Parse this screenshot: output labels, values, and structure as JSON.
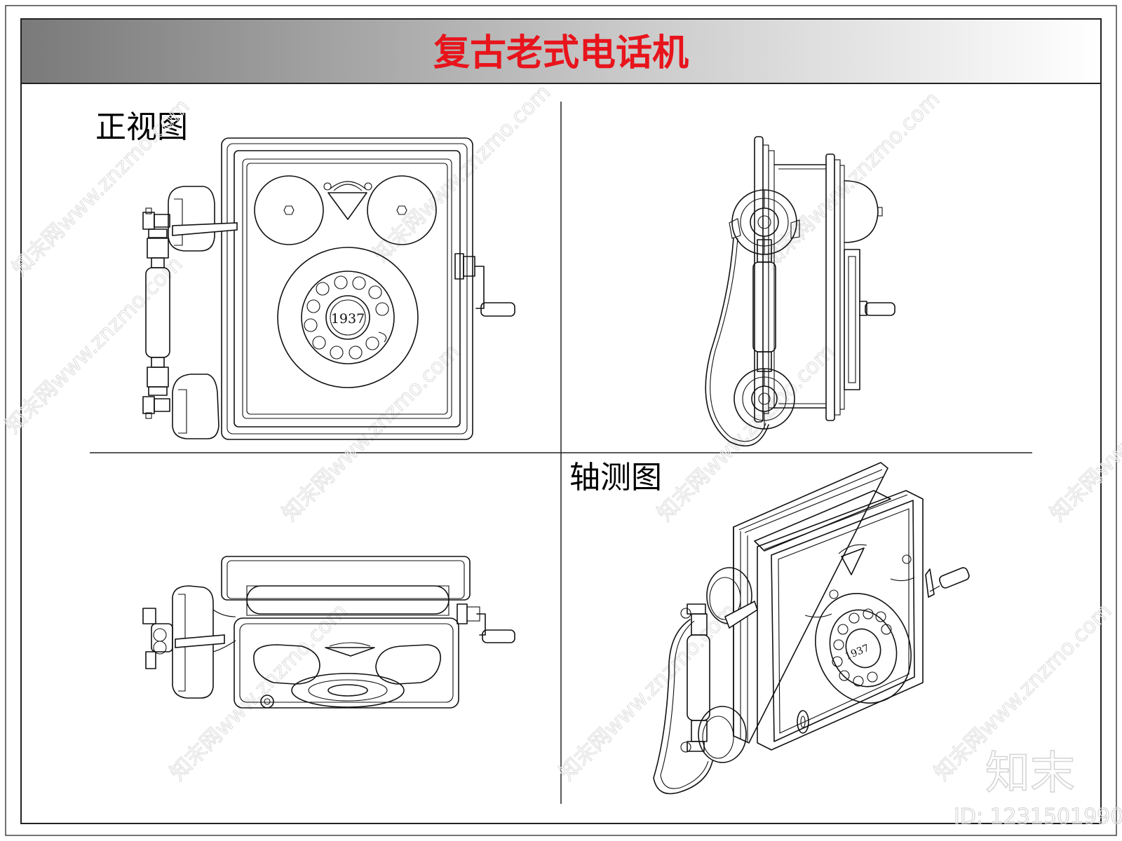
{
  "title": "复古老式电话机",
  "views": {
    "front_label": "正视图",
    "axonometric_label": "轴测图"
  },
  "dial_marking": "1937",
  "watermark": {
    "site_text": "知末网www.znzmo.com",
    "brand": "知末",
    "id_text": "ID: 1231501990"
  },
  "colors": {
    "title": "#e8141c",
    "title_bar_start": "#7a7a7a",
    "title_bar_end": "#ffffff",
    "line": "#111111"
  }
}
